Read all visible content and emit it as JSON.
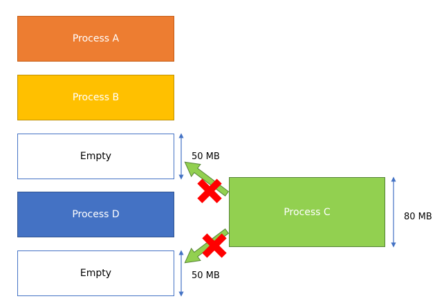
{
  "blocks": {
    "process_a": "Process A",
    "process_b": "Process B",
    "empty_1": "Empty",
    "process_d": "Process D",
    "empty_2": "Empty",
    "process_c": "Process C"
  },
  "labels": {
    "empty_1_size": "50 MB",
    "empty_2_size": "50 MB",
    "process_c_size": "80 MB"
  },
  "colors": {
    "process_a": "#ed7d31",
    "process_b": "#ffc000",
    "process_d": "#4472c4",
    "process_c": "#92d050",
    "dimension_line": "#4472c4",
    "move_arrow": "#92d050",
    "blocked_cross": "#ff0000"
  }
}
